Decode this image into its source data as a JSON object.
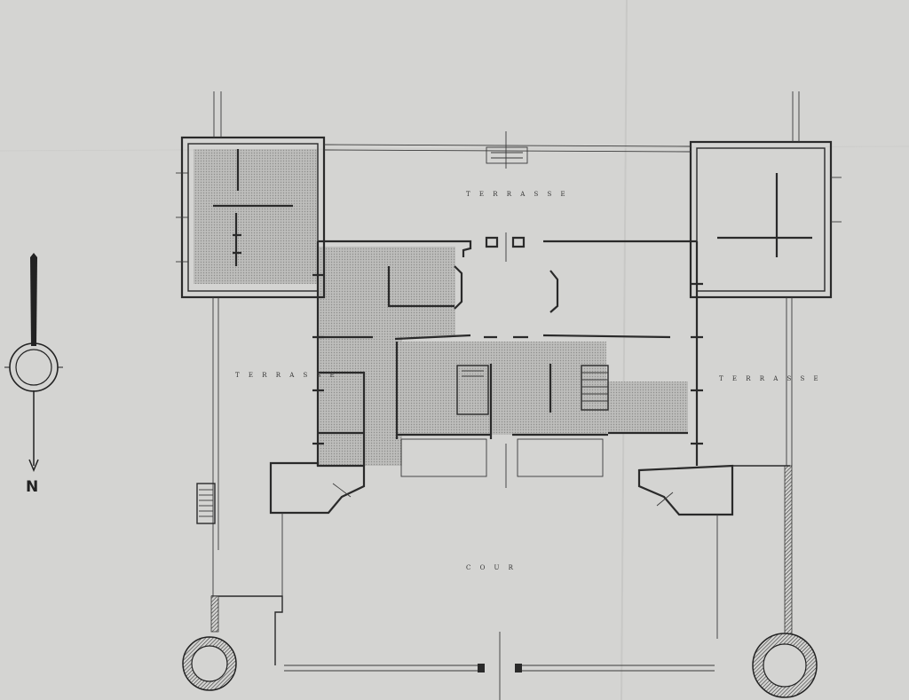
{
  "plan": {
    "labels": {
      "terrasse_north": "T E R R A S S E",
      "terrasse_west": "T E R R A S S E",
      "terrasse_east": "T E R R A S S E",
      "cour": "C O U R"
    },
    "north_letter": "N"
  },
  "colors": {
    "paper": "#d4d4d2",
    "ink": "#2a2a2a",
    "shading": "#a9a9a7"
  }
}
